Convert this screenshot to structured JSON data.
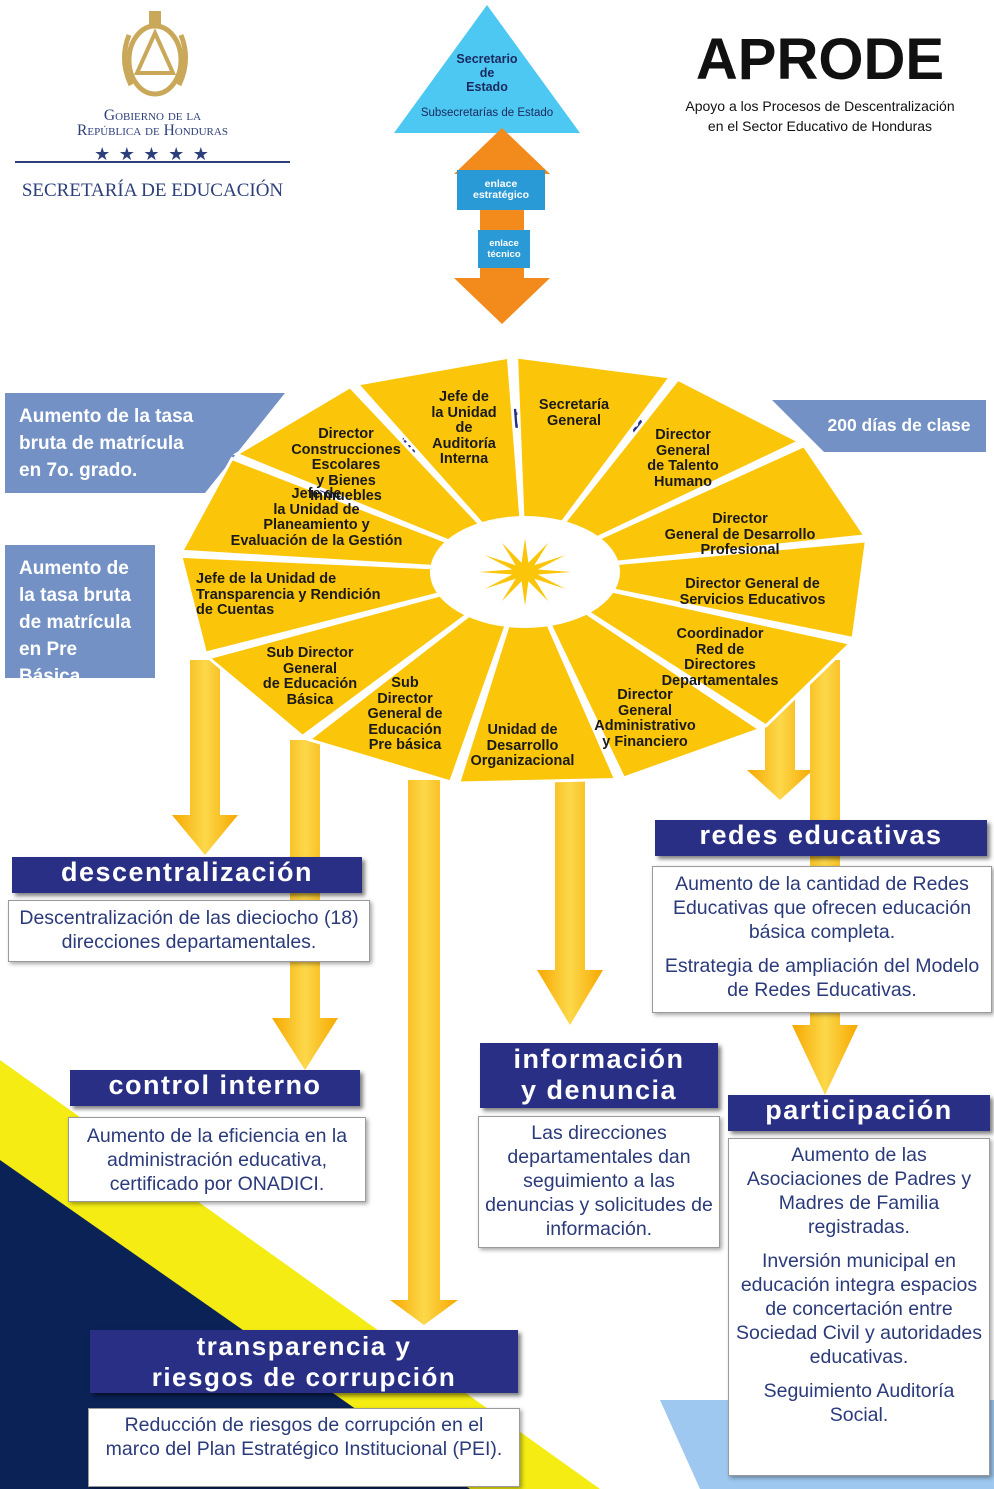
{
  "logo": {
    "line1": "Gobierno de la",
    "line2": "República de Honduras",
    "stars": "★ ★ ★ ★ ★",
    "secretaria": "SECRETARÍA DE EDUCACIÓN"
  },
  "apex": {
    "title": "Secretario\nde\nEstado",
    "subtitle": "Subsecretarías de Estado"
  },
  "links": {
    "strategic": "enlace\nestratégico",
    "technical": "enlace\ntécnico"
  },
  "header": {
    "title": "APRODE",
    "subtitle_line1": "Apoyo a los Procesos de Descentralización",
    "subtitle_line2": "en el Sector Educativo de Honduras"
  },
  "committee_title": "Comité Ejecutivo APRODE",
  "side_boxes": {
    "left_top": "Aumento de la tasa bruta de matrícula en 7o. grado.",
    "left_bottom": "Aumento de la tasa bruta de matrícula en Pre Básica.",
    "right_top": "200 días de clase"
  },
  "wedges": [
    "Jefe de\nla Unidad\nde\nAuditoría\nInterna",
    "Secretaría\nGeneral",
    "Director\nGeneral\nde Talento\nHumano",
    "Director\nGeneral de Desarrollo\nProfesional",
    "Director General de\nServicios Educativos",
    "Coordinador\nRed de\nDirectores\nDepartamentales",
    "Director\nGeneral\nAdministrativo\ny Financiero",
    "Unidad de\nDesarrollo\nOrganizacional",
    "Sub\nDirector\nGeneral de\nEducación\nPre básica",
    "Sub Director\nGeneral\nde Educación\nBásica",
    "Jefe de la Unidad de\nTransparencia y Rendición\nde Cuentas",
    "Jefe de\nla Unidad de\nPlaneamiento  y\nEvaluación de la Gestión",
    "Director\nConstrucciones\nEscolares\ny Bienes\nInmuebles"
  ],
  "sections": {
    "descentralizacion": {
      "title": "descentralización",
      "items": [
        "Descentralización de las dieciocho (18) direcciones departamentales."
      ]
    },
    "control": {
      "title": "control interno",
      "items": [
        "Aumento de la eficiencia en la administración educativa, certificado por ONADICI."
      ]
    },
    "transparencia": {
      "title_line1": "transparencia y",
      "title_line2": "riesgos de corrupción",
      "items": [
        "Reducción de riesgos de corrupción en el marco del Plan Estratégico Institucional (PEI)."
      ]
    },
    "informacion": {
      "title_line1": "información",
      "title_line2": "y denuncia",
      "items": [
        "Las direcciones departamentales dan seguimiento a las denuncias y solicitudes de información."
      ]
    },
    "redes": {
      "title": "redes educativas",
      "items": [
        "Aumento de la cantidad de Redes Educativas que ofrecen educación básica completa.",
        "Estrategia de ampliación del Modelo de Redes Educativas."
      ]
    },
    "participacion": {
      "title": "participación",
      "items": [
        "Aumento de las Asociaciones de Padres y Madres de Familia registradas.",
        "Inversión municipal en educación integra espacios  de concertación entre Sociedad Civil y autoridades educativas.",
        "Seguimiento Auditoría Social."
      ]
    }
  },
  "colors": {
    "navy": "#0b2257",
    "yellow": "#f4ec12",
    "cyan": "#4dc8f2",
    "orange": "#f28a1c",
    "link_blue": "#2a9ad6",
    "wedge": "#fbc50a",
    "header": "#2a2f86",
    "side_box": "#7391c5"
  }
}
